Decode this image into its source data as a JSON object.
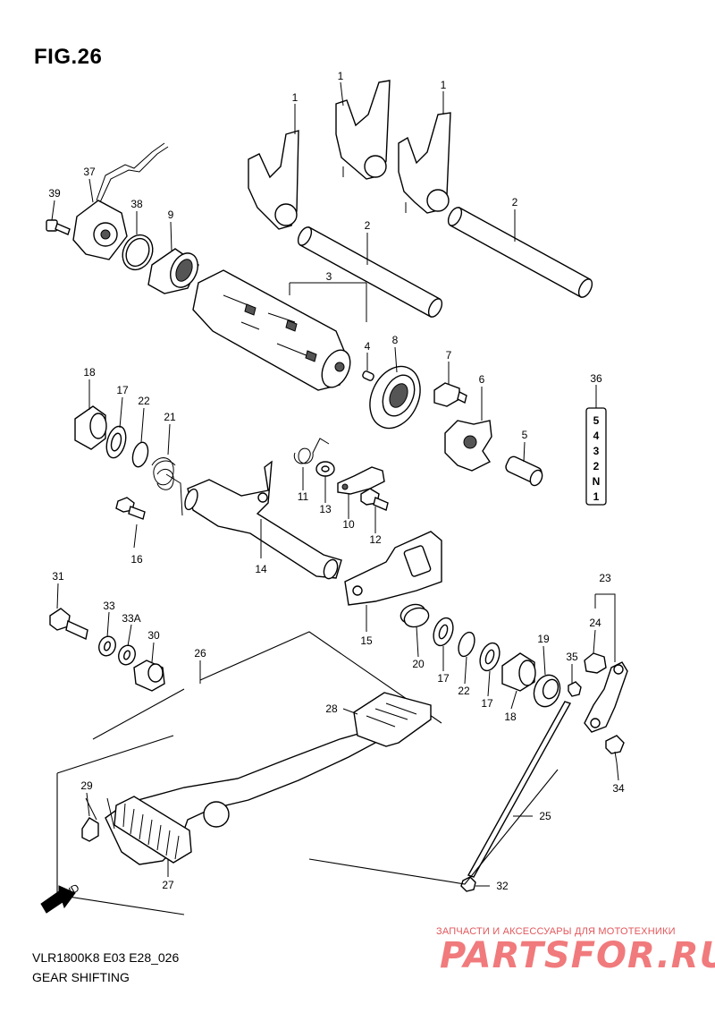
{
  "figure": {
    "title": "FIG.26",
    "model_code": "VLR1800K8 E03 E28_026",
    "caption": "GEAR SHIFTING"
  },
  "watermark": {
    "tagline": "ЗАПЧАСТИ И АКСЕССУАРЫ ДЛЯ МОТОТЕХНИКИ",
    "logo": "PARTSFOR.RU"
  },
  "gear_indicator": [
    "5",
    "4",
    "3",
    "2",
    "N",
    "1"
  ],
  "fwd_label": "FWD",
  "callouts": {
    "fork_a": "1",
    "fork_b": "1",
    "fork_c": "1",
    "shaft_a": "2",
    "shaft_b": "2",
    "cam": "3",
    "pin4": "4",
    "stopper5": "5",
    "star6": "6",
    "bolt7": "7",
    "bearing8": "8",
    "bearing9": "9",
    "plate10": "10",
    "spring11": "11",
    "bolt12": "12",
    "washer13": "13",
    "shaft14": "14",
    "plate15": "15",
    "pin16": "16",
    "washer17a": "17",
    "washer17b": "17",
    "washer17c": "17",
    "bearing18a": "18",
    "bearing18b": "18",
    "seal19": "19",
    "clip20": "20",
    "spring21": "21",
    "clip22a": "22",
    "clip22b": "22",
    "arm23": "23",
    "joint24": "24",
    "rod25": "25",
    "pedal26": "26",
    "rubber27": "27",
    "pedal28": "28",
    "cap29": "29",
    "bush30": "30",
    "bolt31": "31",
    "nut32": "32",
    "washer33": "33",
    "washer33a": "33A",
    "bolt34": "34",
    "nut35": "35",
    "indicator36": "36",
    "sensor37": "37",
    "oring38": "38",
    "screw39": "39"
  }
}
